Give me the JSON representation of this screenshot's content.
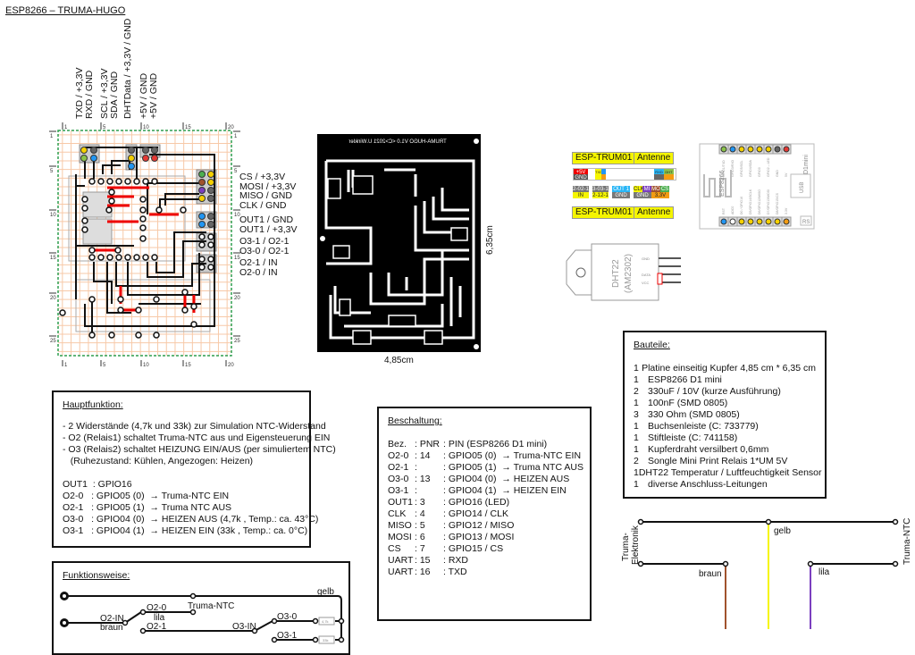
{
  "page_title": "ESP8266 – TRUMA-HUGO",
  "top_labels": [
    {
      "line1": "TXD / +3,3V",
      "line2": "RXD / GND"
    },
    {
      "line1": "SCL / +3,3V",
      "line2": "SDA / GND"
    },
    {
      "line1": "DHTData / +3,3V / GND",
      "line2": ""
    },
    {
      "line1": "+5V / GND",
      "line2": "+5V / GND"
    }
  ],
  "right_labels": {
    "group1": [
      "CS / +3,3V",
      "MOSI / +3,3V",
      "MISO / GND",
      "CLK / GND"
    ],
    "group2": [
      "OUT1 / GND",
      "OUT1 / +3,3V"
    ],
    "group3": [
      "O3-1 / O2-1",
      "O3-0 / O2-1"
    ],
    "group4": [
      "O2-1 / IN",
      "O2-0 / IN"
    ]
  },
  "grid_ticks": {
    "columns": [
      "1",
      "5",
      "10",
      "15",
      "20"
    ],
    "rows": [
      "1",
      "5",
      "10",
      "15",
      "20",
      "25"
    ]
  },
  "pcb": {
    "silk_text": "TRUMA-HUGO V1.0 <C>2021 U.Winkler",
    "height_label": "6,35cm",
    "width_label": "4,85cm"
  },
  "module_labels": {
    "name_tag": "ESP-TRUM01",
    "antenna_tag": "Antenne",
    "row1": [
      "+5V",
      "GND",
      "TXD",
      "RXD",
      "DHT"
    ],
    "row2_top": [
      "2-0",
      "2-1",
      "3-0",
      "3-1",
      "OUT 1",
      "CLK",
      "MI",
      "MO",
      "CS"
    ],
    "row2_bottom": [
      "IN",
      "2-1",
      "2-1",
      "GND",
      "GND",
      "3,3V"
    ]
  },
  "d1mini": {
    "chip_label": "ESP8266",
    "board_label": "D1mini",
    "usb_label": "USB",
    "reset_label": "RS",
    "top_pins": [
      "GPIO1/TXD",
      "GPIO3/RXD",
      "GPIO5/SCL",
      "GPIO4/SDA",
      "GPIO0",
      "GPIO2 – LED",
      "GND",
      "5V"
    ],
    "bottom_pins": [
      "RST",
      "ADC0",
      "D0 / GPIO16",
      "D5/GPIO14/SCLK",
      "D6/GPIO12/MISO",
      "D7/GPIO13/MOSI",
      "D8/GPIO15/CS",
      "3.3V"
    ],
    "top_pin_colors": [
      "#8bc34a",
      "#2196f3",
      "#f5d000",
      "#f5d000",
      "#f5d000",
      "#f5d000",
      "#666666",
      "#e53935"
    ],
    "bottom_pin_colors": [
      "#2196f3",
      "#ffffff",
      "#f5d000",
      "#f5d000",
      "#f5d000",
      "#f5d000",
      "#f5d000",
      "#f39c12"
    ]
  },
  "dht22": {
    "name": "DHT22",
    "model": "(AM2302)",
    "pins": [
      "GND",
      "",
      "DATA",
      "VCC"
    ]
  },
  "bauteile": {
    "heading": "Bauteile:",
    "items": [
      {
        "qty": "1",
        "text": "Platine einseitig Kupfer 4,85 cm * 6,35 cm"
      },
      {
        "qty": "1",
        "text": "ESP8266 D1 mini"
      },
      {
        "qty": "2",
        "text": "330uF / 10V (kurze Ausführung)"
      },
      {
        "qty": "1",
        "text": "100nF (SMD 0805)"
      },
      {
        "qty": "3",
        "text": "330 Ohm (SMD 0805)"
      },
      {
        "qty": "1",
        "text": "Buchsenleiste (C: 733779)"
      },
      {
        "qty": "1",
        "text": "Stiftleiste (C: 741158)"
      },
      {
        "qty": "1",
        "text": "Kupferdraht versilbert 0,6mm"
      },
      {
        "qty": "2",
        "text": "Songle Mini Print Relais 1*UM 5V"
      },
      {
        "qty": "1",
        "text": "DHT22 Temperatur / Luftfeuchtigkeit Sensor"
      },
      {
        "qty": "1",
        "text": "diverse Anschluss-Leitungen"
      }
    ]
  },
  "hauptfunktion": {
    "heading": "Hauptfunktion:",
    "lines": [
      "- 2 Widerstände (4,7k und 33k) zur Simulation NTC-Widerstand",
      "- O2 (Relais1) schaltet Truma-NTC aus und Eigensteuerung EIN",
      "- O3 (Relais2) schaltet HEIZUNG EIN/AUS (per simuliertem NTC)",
      "   (Ruhezustand: Kühlen, Angezogen: Heizen)",
      "",
      "OUT1  : GPIO16",
      "O2-0   : GPIO05 (0)  → Truma-NTC EIN",
      "O2-1   : GPIO05 (1)  → Truma NTC AUS",
      "O3-0   : GPIO04 (0)  → HEIZEN AUS (4,7k , Temp.: ca. 43°C)",
      "O3-1   : GPIO04 (1)  → HEIZEN EIN (33k , Temp.: ca. 0°C)"
    ]
  },
  "beschaltung": {
    "heading": "Beschaltung:",
    "rows": [
      {
        "bez": "Bez.",
        "pnr": ": PNR",
        "pin": ": PIN (ESP8266 D1 mini)"
      },
      {
        "bez": "O2-0",
        "pnr": ": 14",
        "pin": ": GPIO05 (0)  → Truma-NTC EIN"
      },
      {
        "bez": "O2-1",
        "pnr": ":",
        "pin": ": GPIO05 (1)  → Truma NTC AUS"
      },
      {
        "bez": "O3-0",
        "pnr": ": 13",
        "pin": ": GPIO04 (0)  → HEIZEN AUS"
      },
      {
        "bez": "O3-1",
        "pnr": ":",
        "pin": ": GPIO04 (1)  → HEIZEN EIN"
      },
      {
        "bez": "OUT1",
        "pnr": ": 3",
        "pin": ": GPIO16 (LED)"
      },
      {
        "bez": "CLK",
        "pnr": ": 4",
        "pin": ": GPIO14 / CLK"
      },
      {
        "bez": "MISO",
        "pnr": ": 5",
        "pin": ": GPIO12 / MISO"
      },
      {
        "bez": "MOSI",
        "pnr": ": 6",
        "pin": ": GPIO13 / MOSI"
      },
      {
        "bez": "CS",
        "pnr": ": 7",
        "pin": ": GPIO15 / CS"
      },
      {
        "bez": "UART",
        "pnr": ": 15",
        "pin": ": RXD"
      },
      {
        "bez": "UART",
        "pnr": ": 16",
        "pin": ": TXD"
      }
    ]
  },
  "funktionsweise": {
    "heading": "Funktionsweise:",
    "labels": {
      "gelb": "gelb",
      "truma_ntc": "Truma-NTC",
      "o2_in": "O2-IN",
      "braun": "braun",
      "o2_0": "O2-0",
      "lila": "lila",
      "o2_1": "O2-1",
      "o3_in": "O3-IN",
      "o3_0": "O3-0",
      "o3_1": "O3-1",
      "r1": "4,7k",
      "r2": "33k"
    }
  },
  "wiring": {
    "left_label_1": "Truma-",
    "left_label_2": "Elektronik",
    "right_label": "Truma-NTC",
    "gelb": "gelb",
    "braun": "braun",
    "lila": "lila",
    "colors": {
      "gelb": "#f5f500",
      "braun": "#a0522d",
      "lila": "#7b3fbf"
    }
  }
}
